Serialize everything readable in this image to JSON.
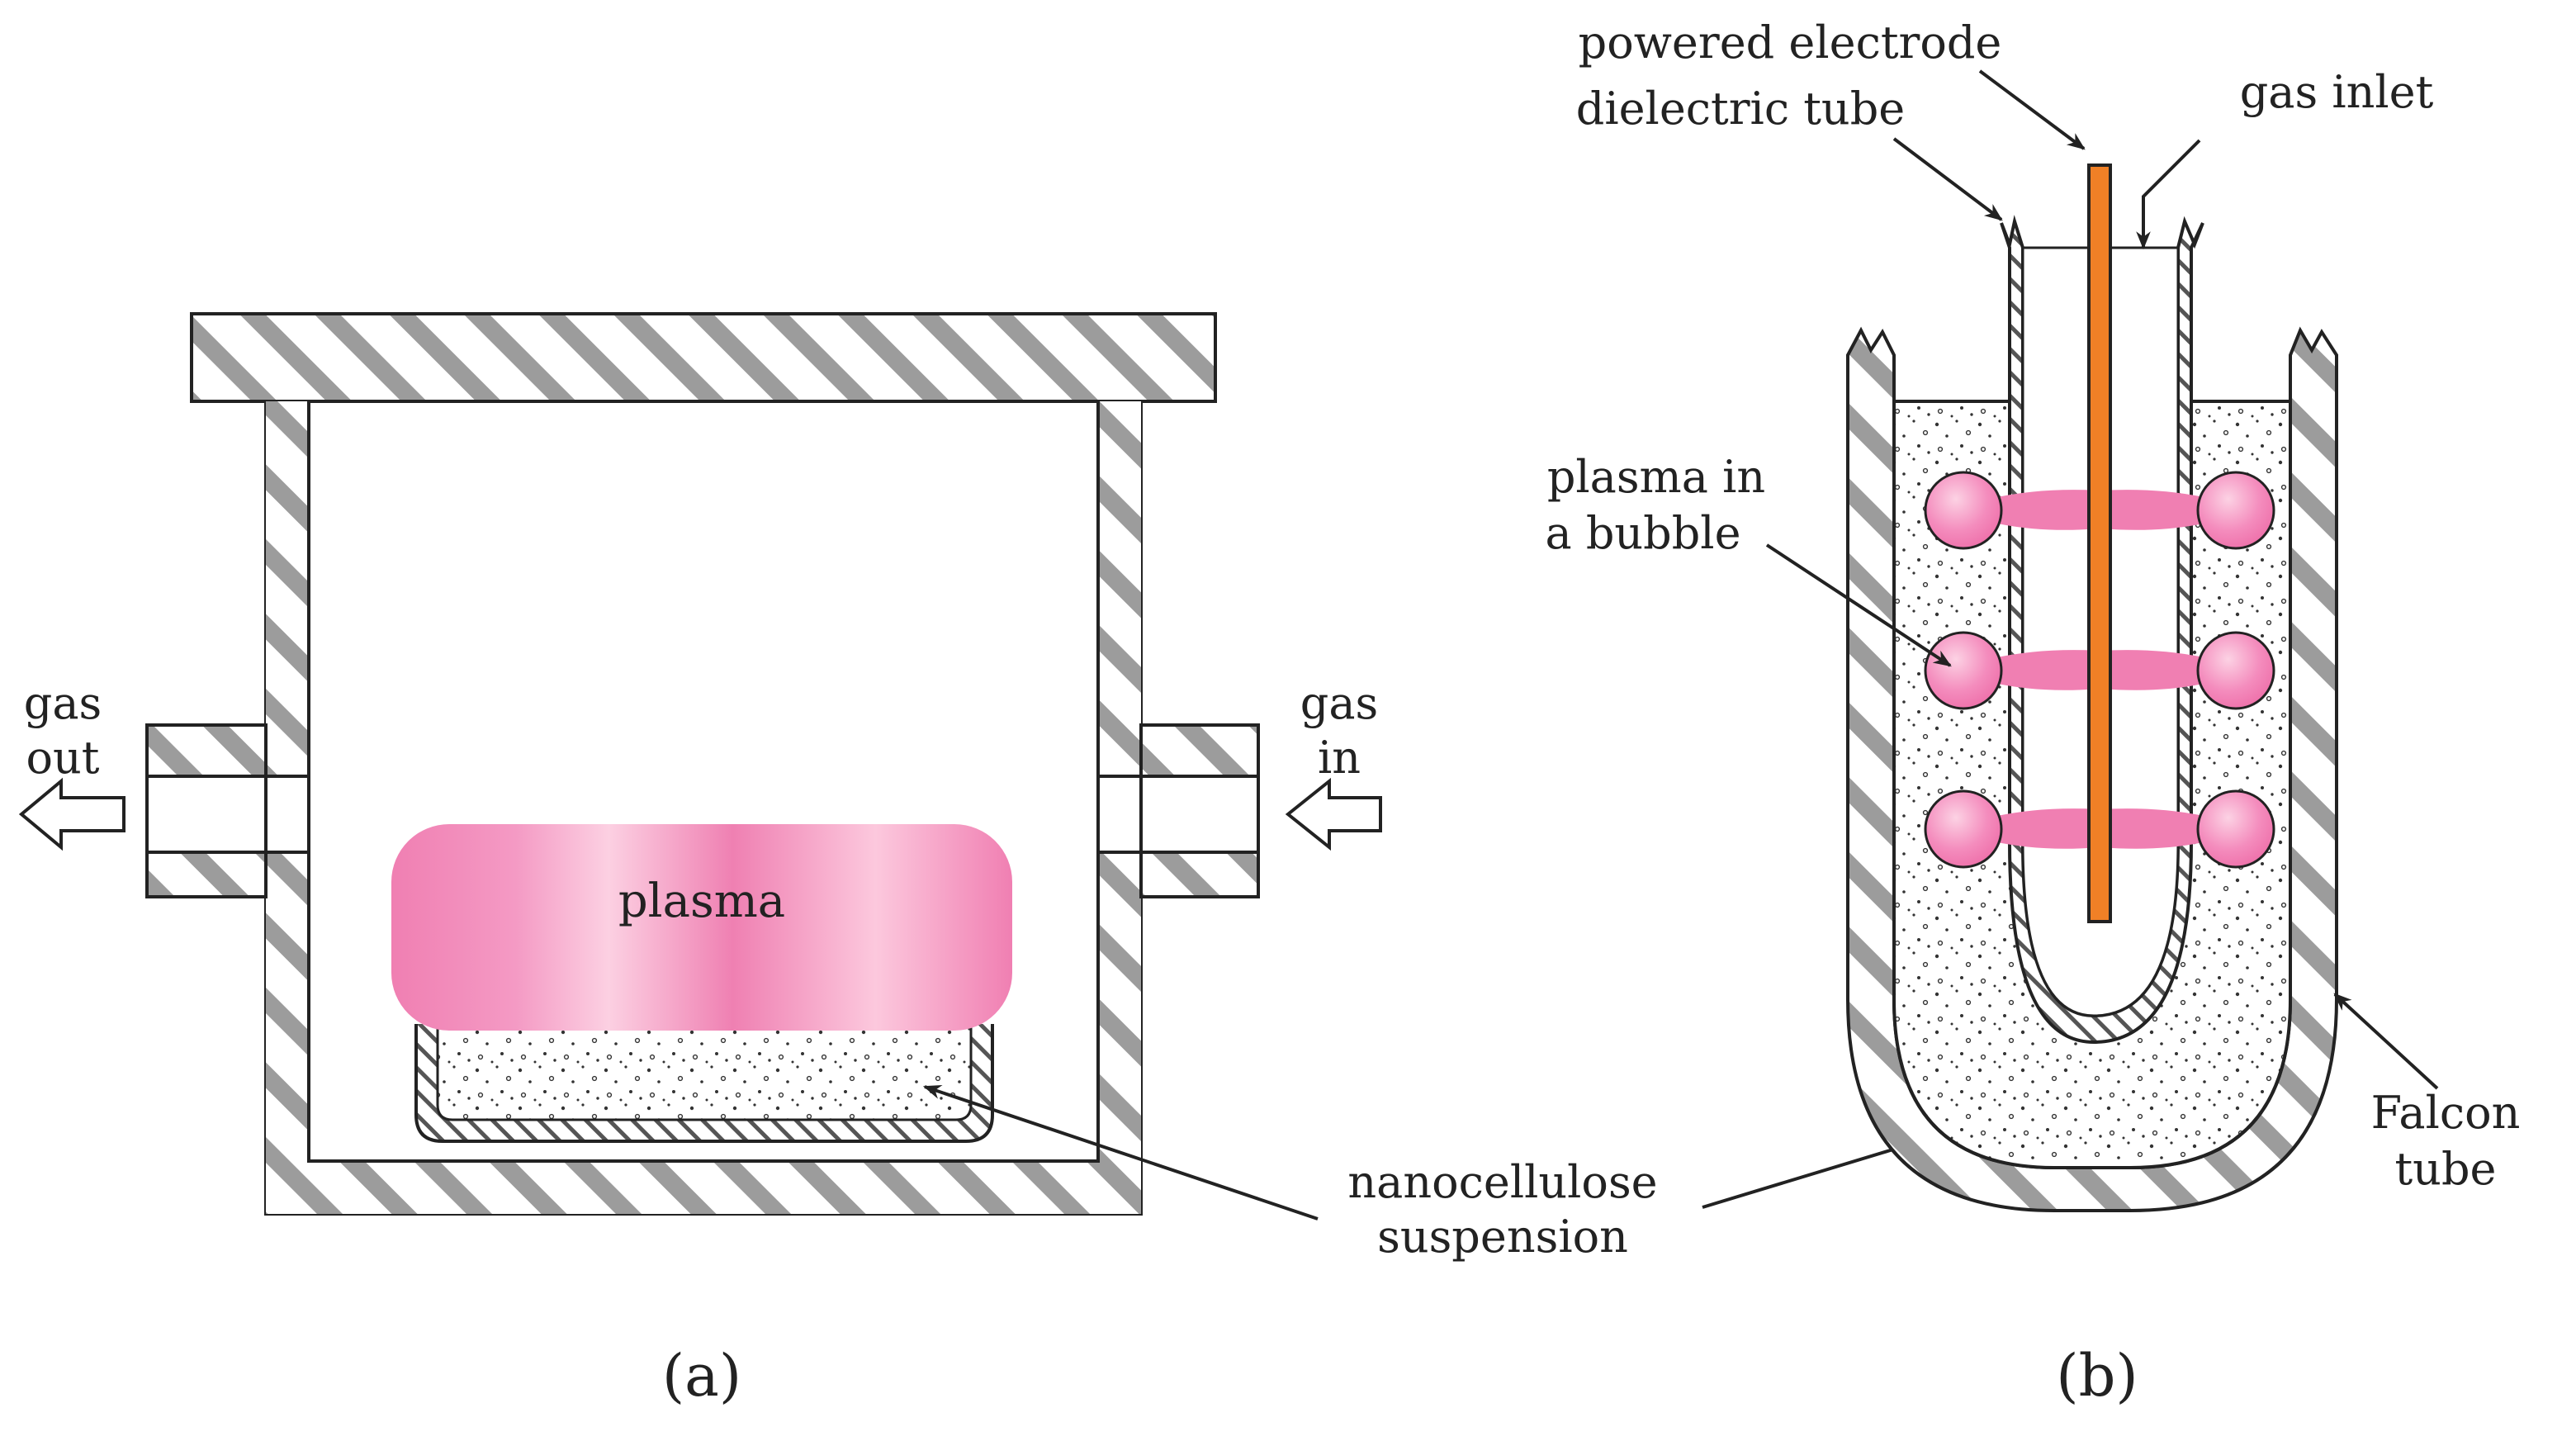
{
  "colors": {
    "ink": "#222222",
    "plasma_light": "#fbc6dc",
    "plasma_mid": "#f07fb2",
    "plasma_bubble": "#f48cbd",
    "electrode": "#f08026",
    "hatch": "#333333"
  },
  "panel_a": {
    "caption": "(a)",
    "gas_out": [
      "gas",
      "out"
    ],
    "gas_in": [
      "gas",
      "in"
    ],
    "plasma": "plasma",
    "suspension": [
      "nanocellulose",
      "suspension"
    ]
  },
  "panel_b": {
    "caption": "(b)",
    "electrode": "powered electrode",
    "dielectric": "dielectric tube",
    "gas_inlet": "gas inlet",
    "bubble": [
      "plasma in",
      "a bubble"
    ],
    "falcon": [
      "Falcon",
      "tube"
    ]
  }
}
